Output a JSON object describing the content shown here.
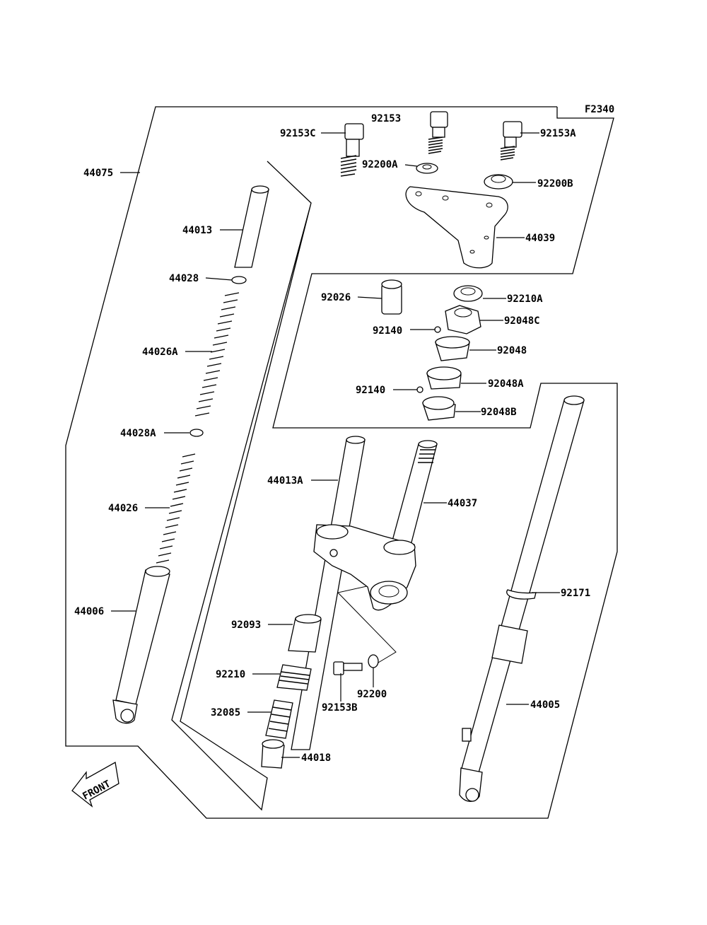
{
  "figure_code": "F2340",
  "front_arrow": "FRONT",
  "parts": [
    {
      "id": "p44075",
      "number": "44075"
    },
    {
      "id": "p92153",
      "number": "92153"
    },
    {
      "id": "p92153C",
      "number": "92153C"
    },
    {
      "id": "p92153A",
      "number": "92153A"
    },
    {
      "id": "p92200A",
      "number": "92200A"
    },
    {
      "id": "p92200B",
      "number": "92200B"
    },
    {
      "id": "p44039",
      "number": "44039"
    },
    {
      "id": "p44013",
      "number": "44013"
    },
    {
      "id": "p44028",
      "number": "44028"
    },
    {
      "id": "p44026A",
      "number": "44026A"
    },
    {
      "id": "p44028A",
      "number": "44028A"
    },
    {
      "id": "p44026",
      "number": "44026"
    },
    {
      "id": "p44006",
      "number": "44006"
    },
    {
      "id": "p92026",
      "number": "92026"
    },
    {
      "id": "p92210A",
      "number": "92210A"
    },
    {
      "id": "p92048C",
      "number": "92048C"
    },
    {
      "id": "p92140a",
      "number": "92140"
    },
    {
      "id": "p92048",
      "number": "92048"
    },
    {
      "id": "p92048A",
      "number": "92048A"
    },
    {
      "id": "p92140b",
      "number": "92140"
    },
    {
      "id": "p92048B",
      "number": "92048B"
    },
    {
      "id": "p44013A",
      "number": "44013A"
    },
    {
      "id": "p44037",
      "number": "44037"
    },
    {
      "id": "p92171",
      "number": "92171"
    },
    {
      "id": "p92093",
      "number": "92093"
    },
    {
      "id": "p92210",
      "number": "92210"
    },
    {
      "id": "p92200",
      "number": "92200"
    },
    {
      "id": "p92153B",
      "number": "92153B"
    },
    {
      "id": "p32085",
      "number": "32085"
    },
    {
      "id": "p44005",
      "number": "44005"
    },
    {
      "id": "p44018",
      "number": "44018"
    }
  ]
}
